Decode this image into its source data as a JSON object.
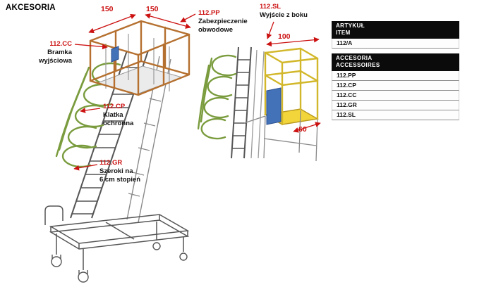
{
  "title": "AKCESORIA",
  "annotations": {
    "cc": {
      "code": "112.CC",
      "name1": "Bramka",
      "name2": "wyjściowa"
    },
    "cp": {
      "code": "112.CP",
      "name1": "Klatka",
      "name2": "ochronna"
    },
    "gr": {
      "code": "112.GR",
      "name1": "Szeroki na",
      "name2": "6 cm stopień"
    },
    "pp": {
      "code": "112.PP",
      "name1": "Zabezpieczenie",
      "name2": "obwodowe"
    },
    "sl": {
      "code": "112.SL",
      "name1": "Wyjście z boku"
    }
  },
  "dimensions": {
    "top_left": "150",
    "top_right": "150",
    "cage_width": "100",
    "cage_depth": "60"
  },
  "table": {
    "header_item": {
      "line1": "ARTYKUŁ",
      "line2": "ITEM"
    },
    "item_rows": [
      "112/A"
    ],
    "header_accessories": {
      "line1": "ACCESORIA",
      "line2": "ACCESSOIRES"
    },
    "accessory_rows": [
      "112.PP",
      "112.CP",
      "112.CC",
      "112.GR",
      "112.SL"
    ]
  },
  "colors": {
    "annotation_red": "#cc1111",
    "guard_orange": "#b5702f",
    "cage_green": "#7a9c3e",
    "platform_yellow": "#f2d53a",
    "gate_blue": "#4472b8",
    "table_header_bg": "#0b0b0b"
  }
}
